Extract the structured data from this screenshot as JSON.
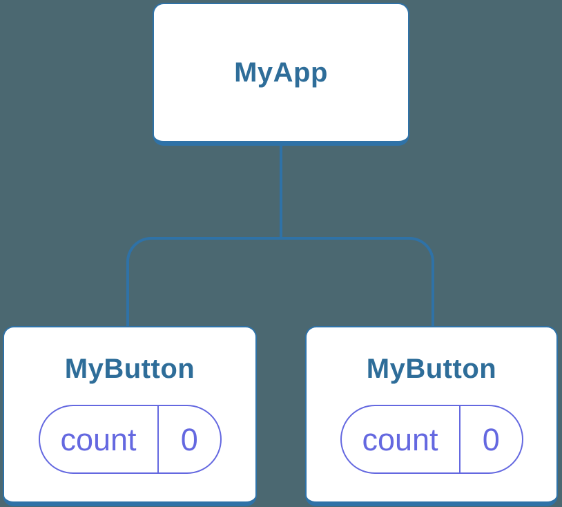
{
  "diagram": {
    "type": "component-tree",
    "colors": {
      "background": "#4B6871",
      "stroke": "#2F72A7",
      "node_fill": "#FFFFFF",
      "title": "#2E6D99",
      "state": "#6468E0"
    },
    "root": {
      "label": "MyApp"
    },
    "children": [
      {
        "label": "MyButton",
        "state": {
          "key": "count",
          "value": "0"
        }
      },
      {
        "label": "MyButton",
        "state": {
          "key": "count",
          "value": "0"
        }
      }
    ]
  }
}
